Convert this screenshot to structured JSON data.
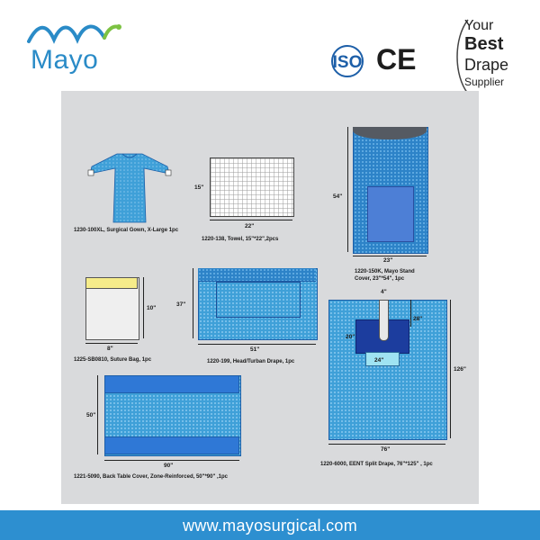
{
  "header": {
    "brand": "Mayo",
    "certifications": {
      "iso": "ISO",
      "ce": "CE"
    },
    "slogan": {
      "line1": "Your",
      "line2": "Best",
      "line3": "Drape",
      "line4": "Supplier"
    }
  },
  "products": {
    "gown": {
      "caption": "1230-100XL, Surgical Gown, X-Large 1pc"
    },
    "towel": {
      "caption": "1220-138, Towel, 15\"*22\",2pcs",
      "height": "15\"",
      "width": "22\""
    },
    "mayo_cover": {
      "caption_line1": "1220-150K, Mayo Stand",
      "caption_line2": "Cover, 23\"*54\", 1pc",
      "height": "54\"",
      "width": "23\""
    },
    "suture_bag": {
      "caption": "1225-SB0810, Suture Bag, 1pc",
      "height": "10\"",
      "width": "8\""
    },
    "head_drape": {
      "caption": "1220-199, Head/Turban Drape, 1pc",
      "height": "37\"",
      "width": "51\""
    },
    "table_cover": {
      "caption": "1221-5090, Back Table Cover, Zone-Reinforced, 50\"*90\" ,1pc",
      "height": "50\"",
      "width": "90\""
    },
    "split_drape": {
      "caption": "1220-6000, EENT Split Drape, 76\"*125\" , 1pc",
      "slit_width": "4\"",
      "split_length": "28\"",
      "panel_height": "20\"",
      "panel_width": "24\"",
      "total_height": "126\"",
      "total_width": "76\""
    }
  },
  "footer": {
    "url": "www.mayosurgical.com"
  },
  "colors": {
    "brand_blue": "#2a8bc7",
    "panel_gray": "#d9dadc",
    "drape_blue": "#3fa0d8",
    "footer_blue": "#2d8fd0"
  }
}
